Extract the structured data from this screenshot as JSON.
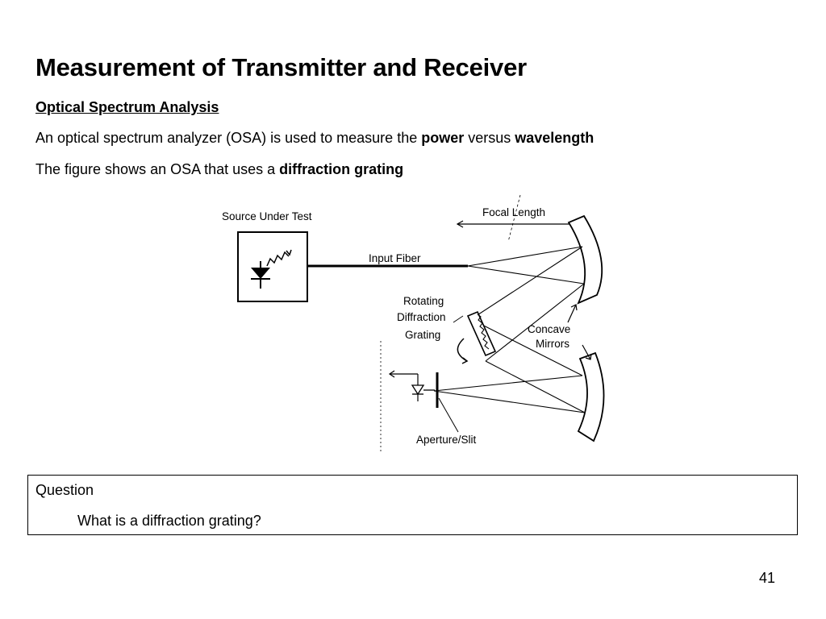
{
  "slide": {
    "title": "Measurement of Transmitter and Receiver",
    "subtitle": "Optical Spectrum Analysis",
    "line1": {
      "prefix": "An optical spectrum analyzer (OSA) is used to measure the ",
      "bold1": "power",
      "middle": " versus ",
      "bold2": "wavelength"
    },
    "line2": {
      "prefix": "The figure shows an OSA that uses a ",
      "bold": "diffraction grating"
    },
    "figure": {
      "source_label": "Source Under Test",
      "focal_label": "Focal Length",
      "fiber_label": "Input Fiber",
      "grating_label_1": "Rotating",
      "grating_label_2": "Diffraction",
      "grating_label_3": "Grating",
      "mirrors_label_1": "Concave",
      "mirrors_label_2": "Mirrors",
      "aperture_label": "Aperture/Slit"
    },
    "question": {
      "heading": "Question",
      "text": "What is a diffraction grating?"
    },
    "page_number": "41"
  }
}
